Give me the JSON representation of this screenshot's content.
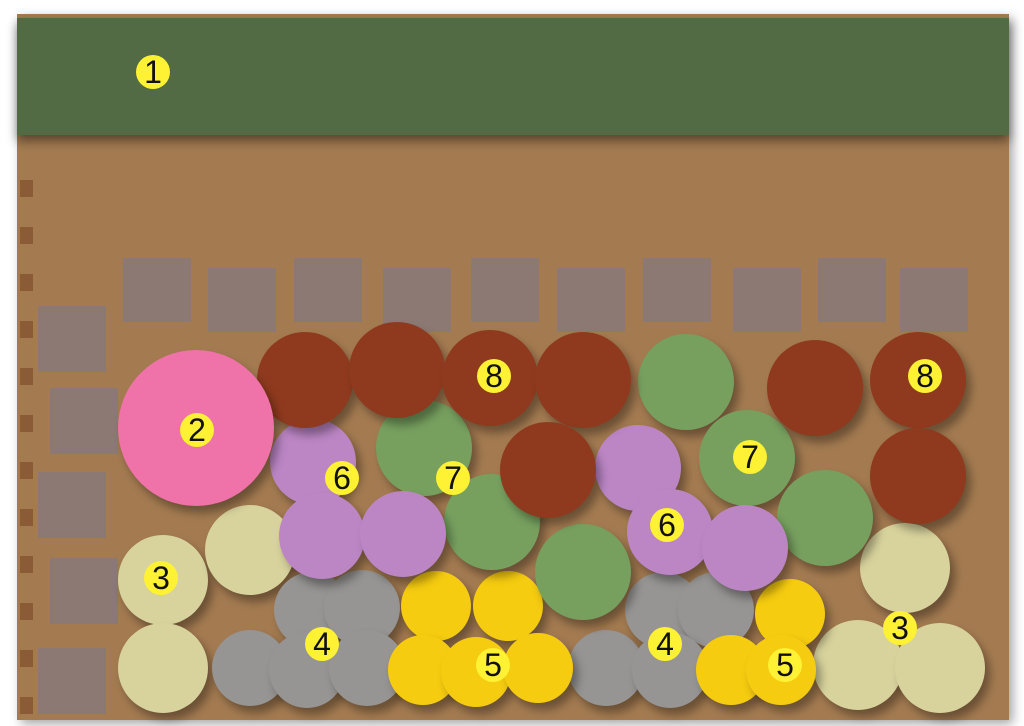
{
  "colors": {
    "soil": "#a47b51",
    "hedge": "#536b44",
    "paver": "#8c7974",
    "label_bg": "#fff133",
    "plant_1": "#536b44",
    "plant_2": "#ef73a8",
    "plant_3": "#d8d39d",
    "plant_4": "#969593",
    "plant_5": "#f6cc10",
    "plant_6": "#bc86c5",
    "plant_7": "#77a05f",
    "plant_8": "#8f3a1e"
  },
  "labels": [
    "1",
    "2",
    "3",
    "3",
    "4",
    "4",
    "5",
    "5",
    "6",
    "6",
    "7",
    "7",
    "8",
    "8"
  ]
}
